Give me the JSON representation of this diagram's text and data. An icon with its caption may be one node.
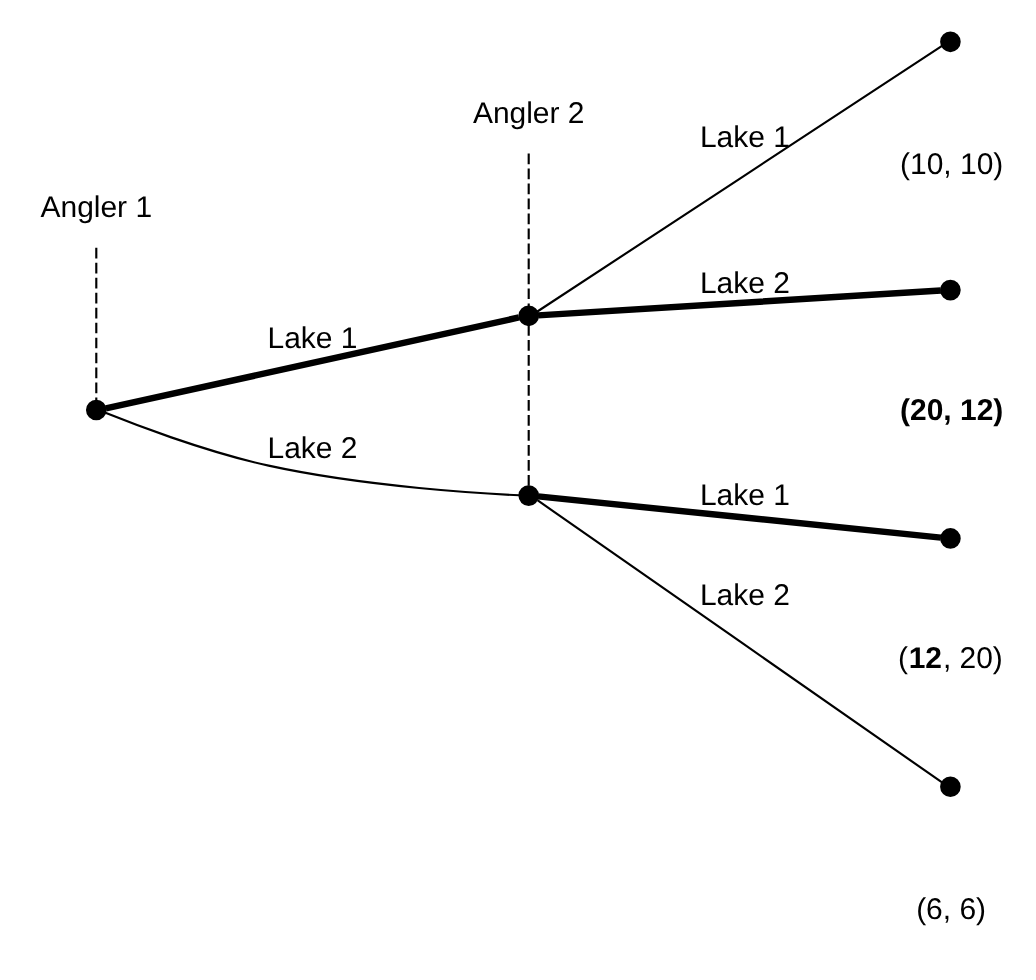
{
  "diagram": {
    "nodes": [
      {
        "text": [
          "Angler 1"
        ]
      },
      {
        "text": [
          "Angler 2"
        ]
      },
      {
        "text": [],
        "shape": "circle"
      },
      {
        "text": [],
        "shape": "circle"
      },
      {
        "text": [],
        "shape": "circle"
      },
      {
        "text": [],
        "shape": "circle",
        "beside": [
          "(10, 10)"
        ]
      },
      {
        "text": [],
        "shape": "circle",
        "beside": [
          "**(20, 12)**"
        ]
      },
      {
        "text": [],
        "shape": "circle",
        "beside": [
          "(**12**, 20)"
        ]
      },
      {
        "text": [],
        "shape": "circle",
        "beside": [
          "(6, 6)"
        ]
      }
    ],
    "edges": [
      {
        "from": 0,
        "to": 2,
        "arrow": "none",
        "style": "dashed"
      },
      {
        "from": 1,
        "to": 3,
        "arrow": "none",
        "style": "dashed"
      },
      {
        "from": 3,
        "to": 4,
        "arrow": "none",
        "style": "dashed"
      },
      {
        "from": 2,
        "to": 3,
        "arrow": "none",
        "label": "Lake 1",
        "style": "thick"
      },
      {
        "from": 2,
        "to": 4,
        "arrow": "none",
        "label": "Lake 2"
      },
      {
        "from": 3,
        "to": 5,
        "arrow": "none",
        "label": "Lake 1"
      },
      {
        "from": 3,
        "to": 6,
        "arrow": "none",
        "label": "Lake 2",
        "style": "thick"
      },
      {
        "from": 4,
        "to": 7,
        "arrow": "none",
        "label": "Lake 1",
        "style": "thick"
      },
      {
        "from": 4,
        "to": 8,
        "arrow": "none",
        "label": "Lake 2"
      }
    ]
  }
}
